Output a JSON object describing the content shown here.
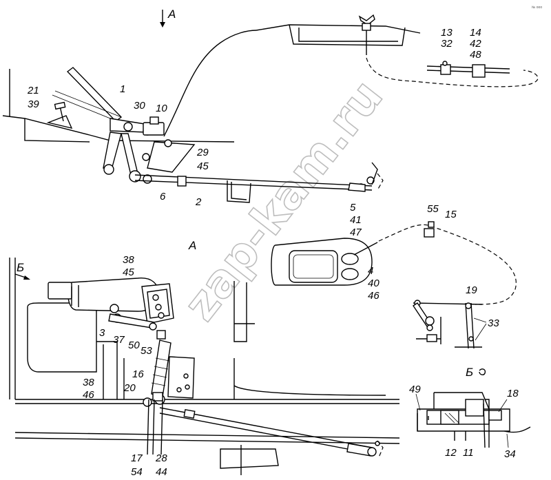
{
  "view_labels": {
    "a_top": "А",
    "a_mid": "А",
    "b_left": "Б",
    "b_right": "Б"
  },
  "corner_text": "№ ооо",
  "watermark": "zap-kam.ru",
  "callouts": {
    "c1": "1",
    "c2": "2",
    "c3": "3",
    "c6": "6",
    "c10": "10",
    "c30": "30",
    "c21_39": [
      "21",
      "39"
    ],
    "c29_45": [
      "29",
      "45"
    ],
    "c13_32": [
      "13",
      "32"
    ],
    "c14_42_48": [
      "14",
      "42",
      "48"
    ],
    "c5_41_47": [
      "5",
      "41",
      "47"
    ],
    "c4_40_46": [
      "4",
      "40",
      "46"
    ],
    "c55": "55",
    "c15": "15",
    "c19": "19",
    "c33": "33",
    "c38_45": [
      "38",
      "45"
    ],
    "c37": "37",
    "c50": "50",
    "c53": "53",
    "c16": "16",
    "c20": "20",
    "c38_46": [
      "38",
      "46"
    ],
    "c17_54": [
      "17",
      "54"
    ],
    "c28_44": [
      "28",
      "44"
    ],
    "c49": "49",
    "c18": "18",
    "c12": "12",
    "c11": "11",
    "c34": "34"
  }
}
